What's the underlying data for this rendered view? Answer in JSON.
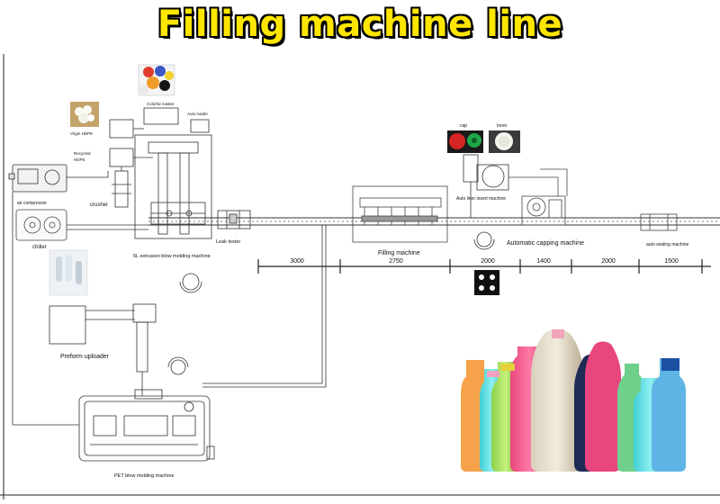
{
  "title": "Filling machine line",
  "labels": {
    "colorful_master": "Colorful master",
    "auto_loader": "Auto loader",
    "virgin_hdpe": "Virgin HDPE",
    "recycled_hdpe_1": "Recycled",
    "recycled_hdpe_2": "HDPE",
    "air_compressor": "air compressor",
    "crusher": "crusher",
    "chiller": "chiller",
    "blow_molding_5l": "5L extrusion blow molding machine",
    "leak_tester": "Leak tester",
    "filling_machine": "Filling machine",
    "cap": "cap",
    "inner": "Inner",
    "auto_liner": "Auto liner insert machine",
    "capping_machine": "Automatic capping machine",
    "sealing_machine": "auto sealing machine",
    "preform_uploader": "Preform uploader",
    "pet_blow_molding": "PET blow molding machine"
  },
  "dimensions": [
    "3000",
    "2750",
    "2000",
    "1400",
    "2000",
    "1500"
  ],
  "colors": {
    "title_fill": "#ffe600",
    "title_outline": "#000000",
    "line": "#333333"
  }
}
